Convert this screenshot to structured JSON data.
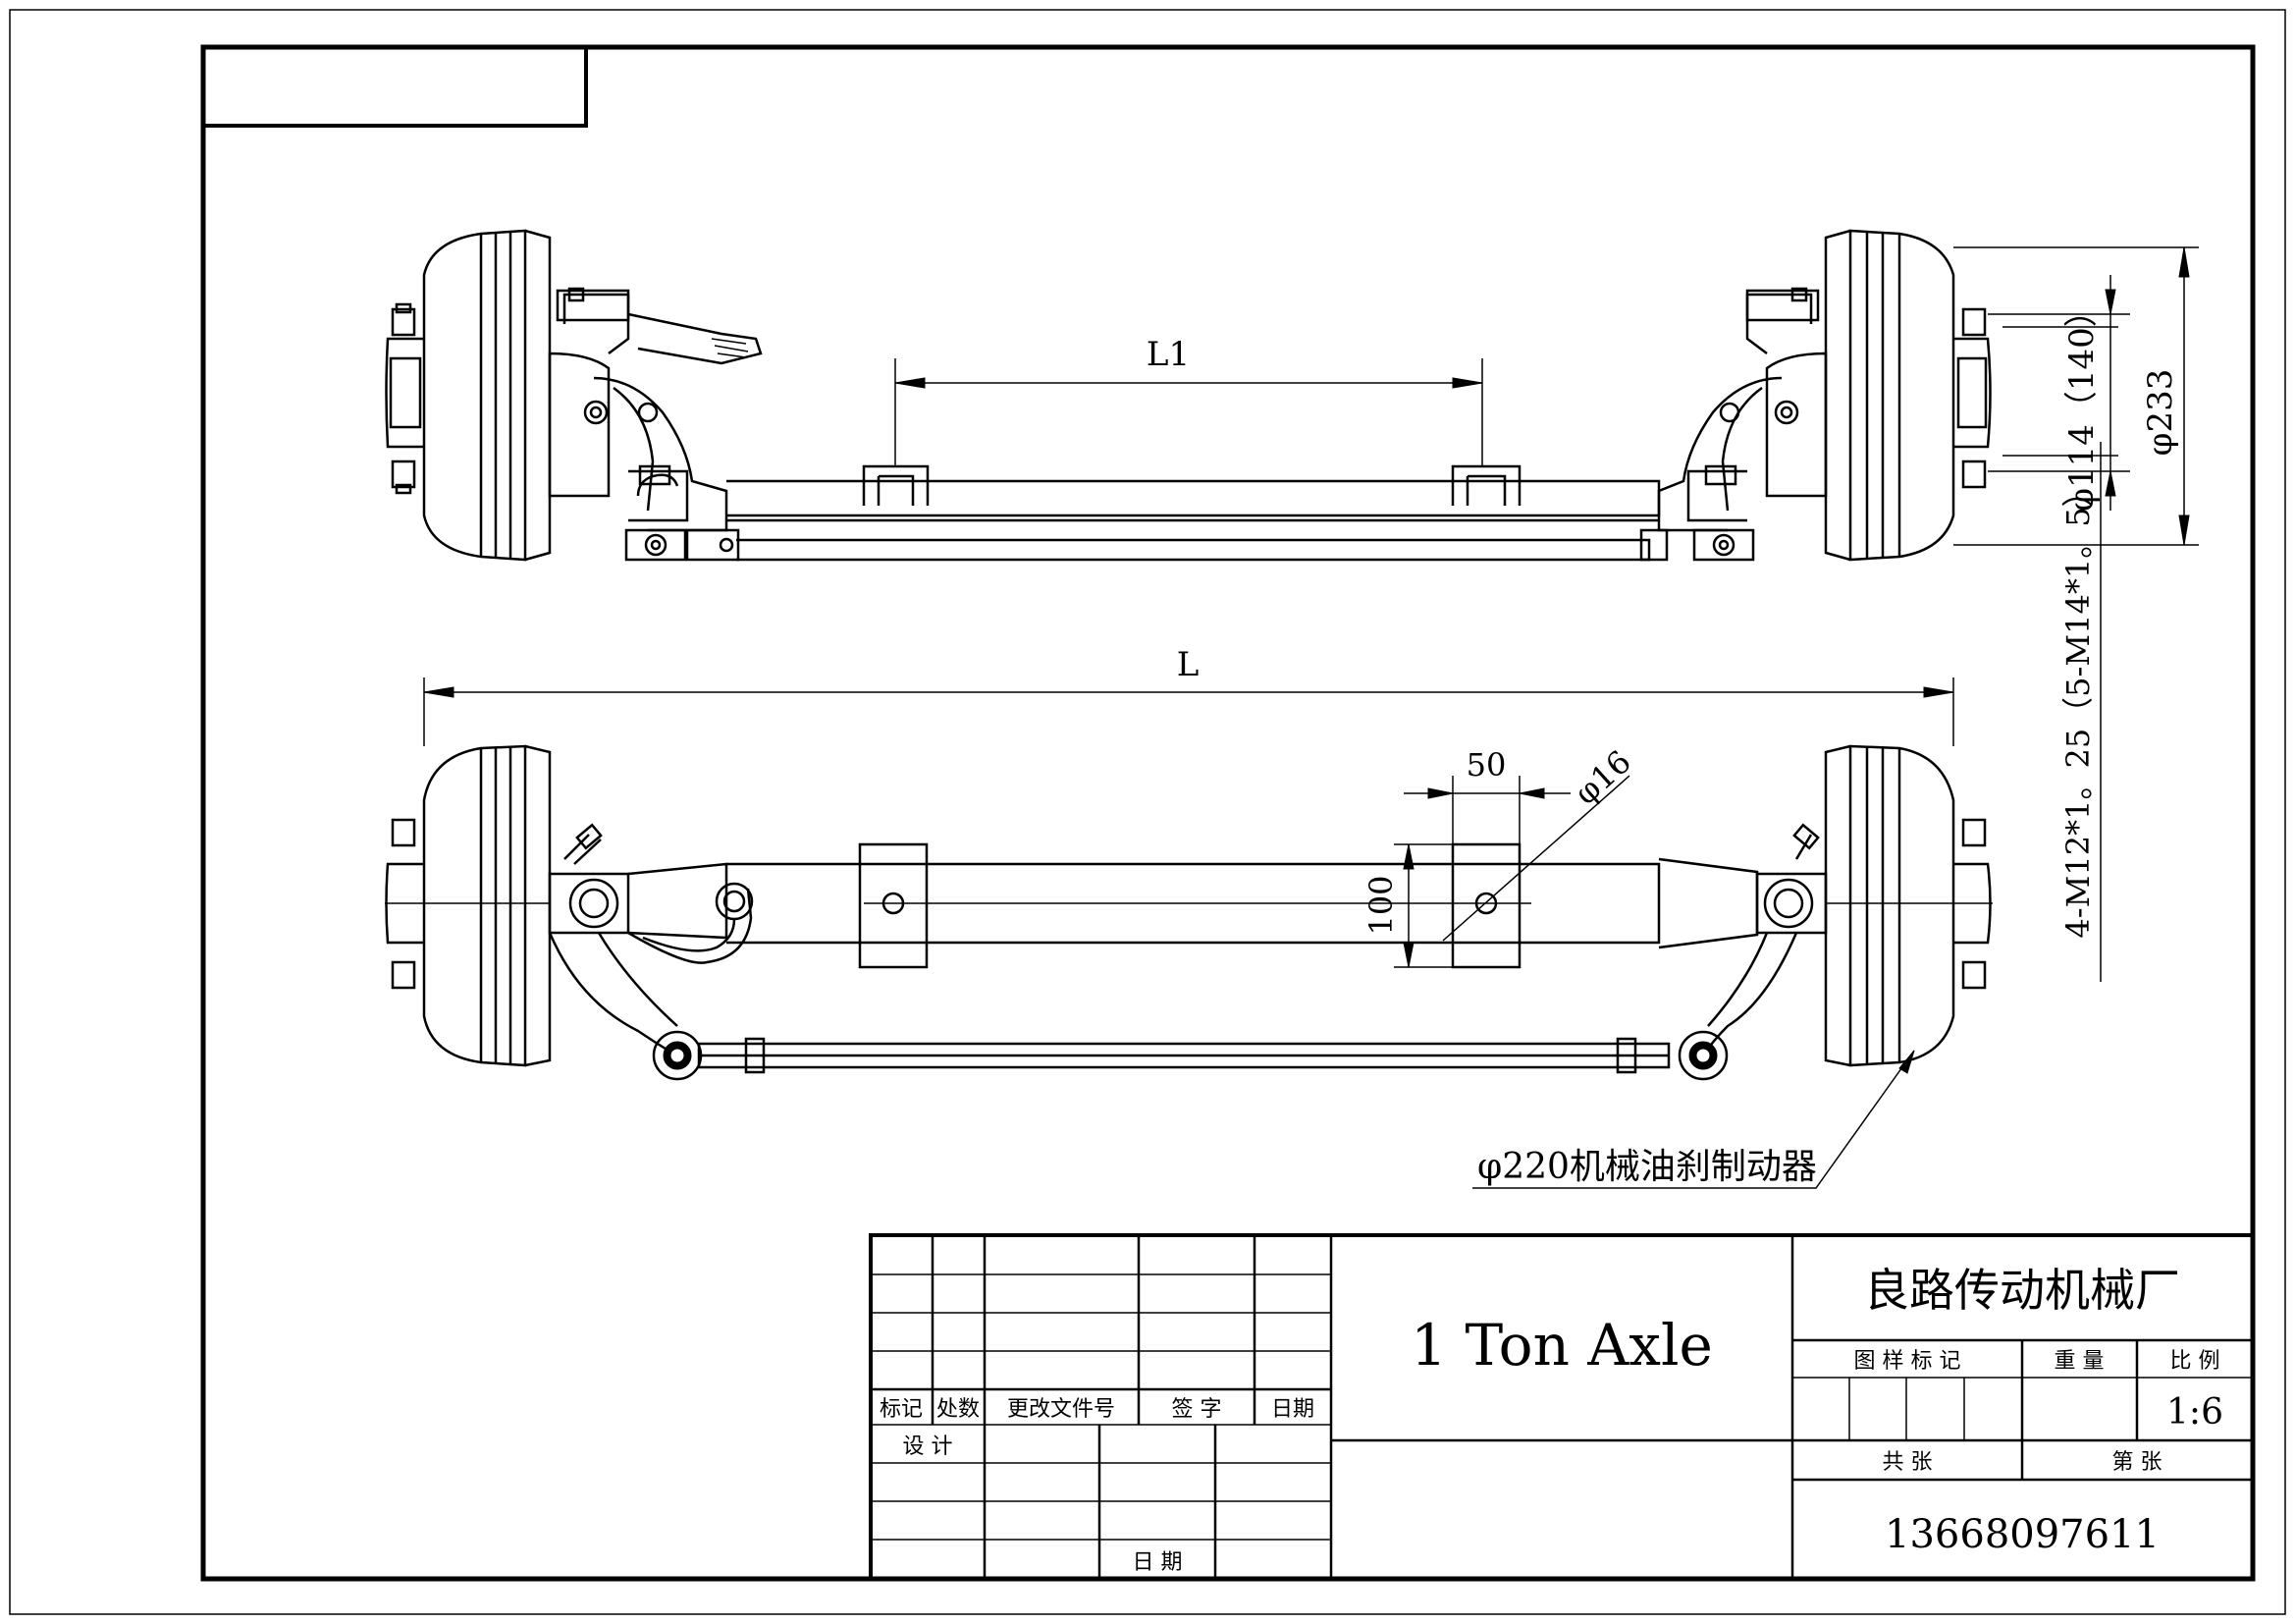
{
  "drawing": {
    "title": "1 Ton Axle",
    "company": "良路传动机械厂",
    "phone": "13668097611",
    "scale": "1:6",
    "brake_callout": "φ220机械油刹制动器",
    "dimensions": {
      "L1": "L1",
      "L": "L",
      "d233": "φ233",
      "d114_140": "φ114（140）",
      "bolts": "4-M12*1。25（5-M14*1。5）",
      "w50": "50",
      "d16": "φ16",
      "h100": "100"
    },
    "title_block": {
      "col_mark": "标记",
      "col_count": "处数",
      "col_change_doc": "更改文件号",
      "col_sign": "签 字",
      "col_date": "日期",
      "design": "设 计",
      "date2": "日 期",
      "drawing_mark": "图 样 标 记",
      "weight": "重 量",
      "ratio": "比 例",
      "total_sheets": "共 张",
      "sheet_no": "第 张"
    }
  }
}
